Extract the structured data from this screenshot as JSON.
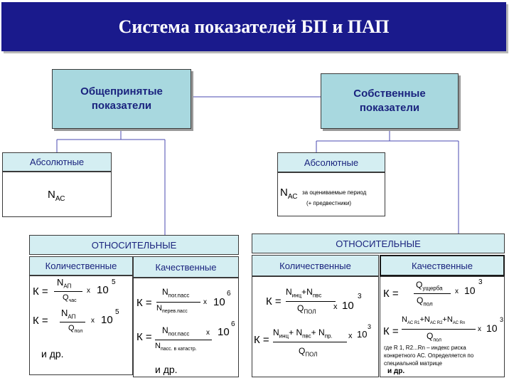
{
  "title": "Система показателей БП и ПАП",
  "left": {
    "header": "Общепринятые показатели",
    "absolute_label": "Абсолютные",
    "absolute_value": {
      "main": "N",
      "sub": "АС"
    },
    "relative_label": "ОТНОСИТЕЛЬНЫЕ",
    "quantitative": {
      "label": "Количественные",
      "f1": {
        "k": "К =",
        "num": "N",
        "num_sub": "АП",
        "den": "Q",
        "den_sub": "час",
        "x": "х",
        "base": "10",
        "exp": "5"
      },
      "f2": {
        "k": "К =",
        "num": "N",
        "num_sub": "АП",
        "den": "Q",
        "den_sub": "пол",
        "x": "х",
        "base": "10",
        "exp": "5"
      },
      "etc": "и др."
    },
    "qualitative": {
      "label": "Качественные",
      "f1": {
        "k": "К =",
        "num": "N",
        "num_sub": "пог.пасс",
        "den": "N",
        "den_sub": "перев.пасс",
        "x": "х",
        "base": "10",
        "exp": "6"
      },
      "f2": {
        "k": "К =",
        "num": "N",
        "num_sub": "пог.пасс",
        "den": "N",
        "den_sub": "пасс. в катастр.",
        "x": "х",
        "base": "10",
        "exp": "6"
      },
      "etc": "и др."
    }
  },
  "right": {
    "header": "Собственные показатели",
    "absolute_label": "Абсолютные",
    "absolute_value": {
      "main": "N",
      "sub": "АС",
      "note1": "за оцениваемые период",
      "note2": "(+ предвестники)"
    },
    "relative_label": "ОТНОСИТЕЛЬНЫЕ",
    "quantitative": {
      "label": "Количественные",
      "f1": {
        "k": "К =",
        "n1": "N",
        "n1_sub": "инц",
        "plus": "+",
        "n2": "N",
        "n2_sub": "пвс",
        "den": "Q",
        "den_sub": "ПОЛ",
        "x": "х",
        "base": "10",
        "exp": "3"
      },
      "f2": {
        "k": "К =",
        "n1": "N",
        "n1_sub": "инц",
        "plus1": "+",
        "n2": "N",
        "n2_sub": "пвс",
        "plus2": "+",
        "n3": "N",
        "n3_sub": "пр.",
        "den": "Q",
        "den_sub": "ПОЛ",
        "x": "х",
        "base": "10",
        "exp": "3"
      }
    },
    "qualitative": {
      "label": "Качественные",
      "f1": {
        "k": "К =",
        "num": "Q",
        "num_sub": "ущерба",
        "den": "Q",
        "den_sub": "пол",
        "x": "х",
        "base": "10",
        "exp": "3"
      },
      "f2": {
        "k": "К =",
        "num": "N",
        "num_sub1": "АС R1",
        "plus1": "+N",
        "num_sub2": "АС R2",
        "plus2": "+N",
        "num_sub3": "АС Rn",
        "den": "Q",
        "den_sub": "пол",
        "x": "х",
        "base": "10",
        "exp": "3"
      },
      "note": [
        "где R 1, R2...Rn – индекс риска",
        "конкретного АС. Определяется по",
        "специальной матрице"
      ],
      "etc": "и др."
    }
  }
}
